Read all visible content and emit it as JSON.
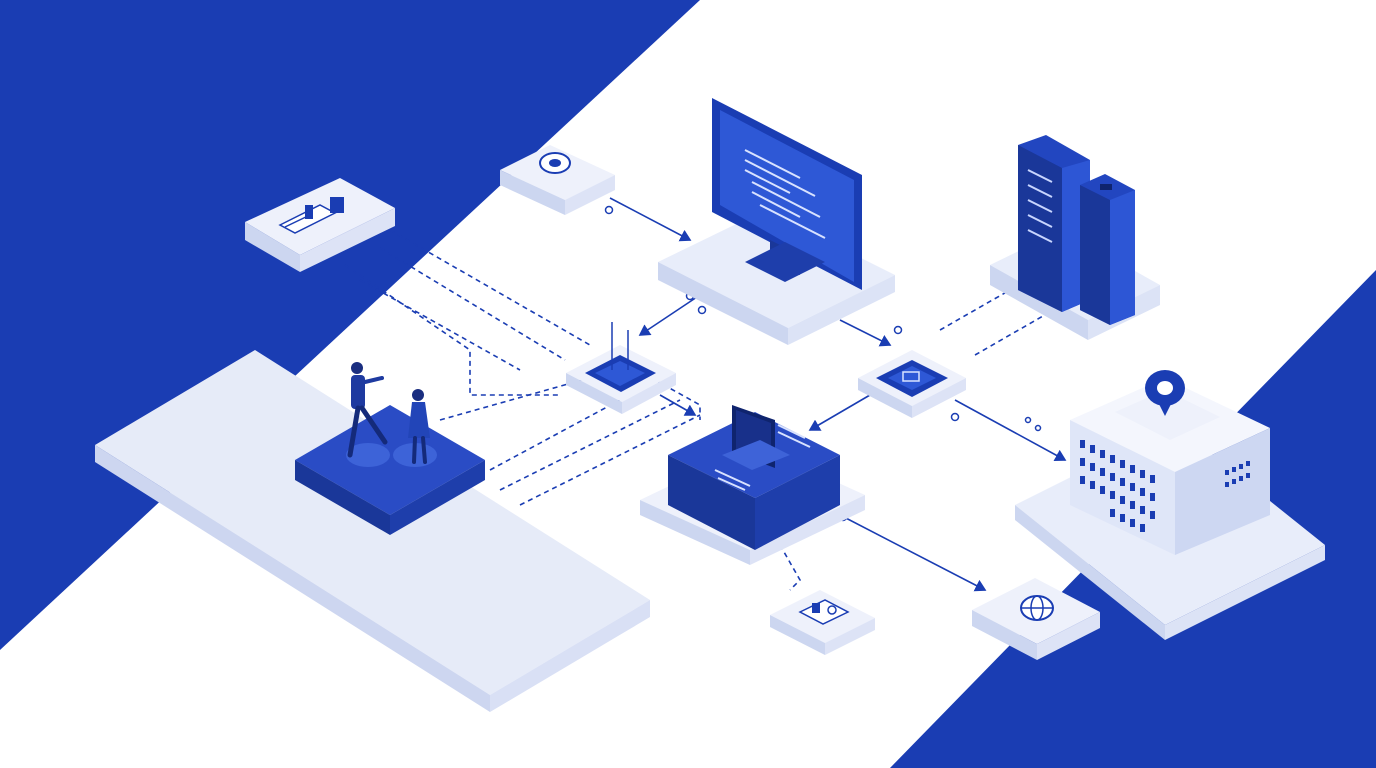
{
  "illustration": {
    "kind": "isometric-network-infrastructure",
    "colors": {
      "brand_blue": "#1a3db3",
      "mid_blue": "#2448c2",
      "light_blue": "#3e63d8",
      "pale_panel": "#e8edfa",
      "panel_side": "#cdd7f2",
      "background": "#ffffff"
    },
    "nodes": [
      {
        "id": "people-platform",
        "icon": "two-people-icon"
      },
      {
        "id": "monitor-workstation",
        "icon": "monitor-icon"
      },
      {
        "id": "server-racks",
        "icon": "server-rack-icon"
      },
      {
        "id": "office-building",
        "icon": "building-icon"
      },
      {
        "id": "central-hub",
        "icon": "laptop-icon"
      },
      {
        "id": "router-left",
        "icon": "router-icon"
      },
      {
        "id": "router-right",
        "icon": "router-icon"
      },
      {
        "id": "card-top-left",
        "icon": "toolbar-icon"
      },
      {
        "id": "card-top-center",
        "icon": "gauge-icon"
      },
      {
        "id": "card-bottom-center",
        "icon": "device-icon"
      },
      {
        "id": "card-bottom-right",
        "icon": "globe-icon"
      }
    ]
  }
}
